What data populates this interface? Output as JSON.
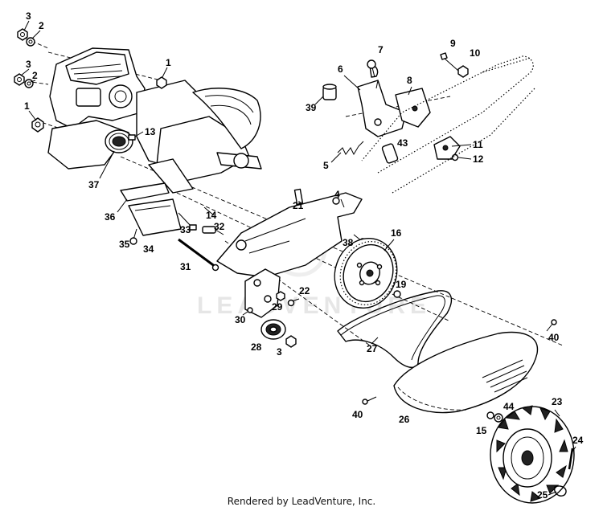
{
  "watermark": "LEADVENTURE",
  "footer": "Rendered by LeadVenture, Inc.",
  "callouts": [
    {
      "id": "c3a",
      "label": "3"
    },
    {
      "id": "c2a",
      "label": "2"
    },
    {
      "id": "c3b",
      "label": "3"
    },
    {
      "id": "c2b",
      "label": "2"
    },
    {
      "id": "c1a",
      "label": "1"
    },
    {
      "id": "c1b",
      "label": "1"
    },
    {
      "id": "c13",
      "label": "13"
    },
    {
      "id": "c37",
      "label": "37"
    },
    {
      "id": "c36",
      "label": "36"
    },
    {
      "id": "c35",
      "label": "35"
    },
    {
      "id": "c34",
      "label": "34"
    },
    {
      "id": "c33",
      "label": "33"
    },
    {
      "id": "c32",
      "label": "32"
    },
    {
      "id": "c31",
      "label": "31"
    },
    {
      "id": "c14",
      "label": "14"
    },
    {
      "id": "c21",
      "label": "21"
    },
    {
      "id": "c4",
      "label": "4"
    },
    {
      "id": "c38",
      "label": "38"
    },
    {
      "id": "c16",
      "label": "16"
    },
    {
      "id": "c19",
      "label": "19"
    },
    {
      "id": "c22",
      "label": "22"
    },
    {
      "id": "c29",
      "label": "29"
    },
    {
      "id": "c30",
      "label": "30"
    },
    {
      "id": "c28",
      "label": "28"
    },
    {
      "id": "c3c",
      "label": "3"
    },
    {
      "id": "c27",
      "label": "27"
    },
    {
      "id": "c40a",
      "label": "40"
    },
    {
      "id": "c40b",
      "label": "40"
    },
    {
      "id": "c26",
      "label": "26"
    },
    {
      "id": "c44",
      "label": "44"
    },
    {
      "id": "c15",
      "label": "15"
    },
    {
      "id": "c23",
      "label": "23"
    },
    {
      "id": "c24",
      "label": "24"
    },
    {
      "id": "c25",
      "label": "25"
    },
    {
      "id": "c7",
      "label": "7"
    },
    {
      "id": "c6",
      "label": "6"
    },
    {
      "id": "c8",
      "label": "8"
    },
    {
      "id": "c39",
      "label": "39"
    },
    {
      "id": "c43",
      "label": "43"
    },
    {
      "id": "c5",
      "label": "5"
    },
    {
      "id": "c9",
      "label": "9"
    },
    {
      "id": "c10",
      "label": "10"
    },
    {
      "id": "c11",
      "label": "11"
    },
    {
      "id": "c12",
      "label": "12"
    }
  ]
}
